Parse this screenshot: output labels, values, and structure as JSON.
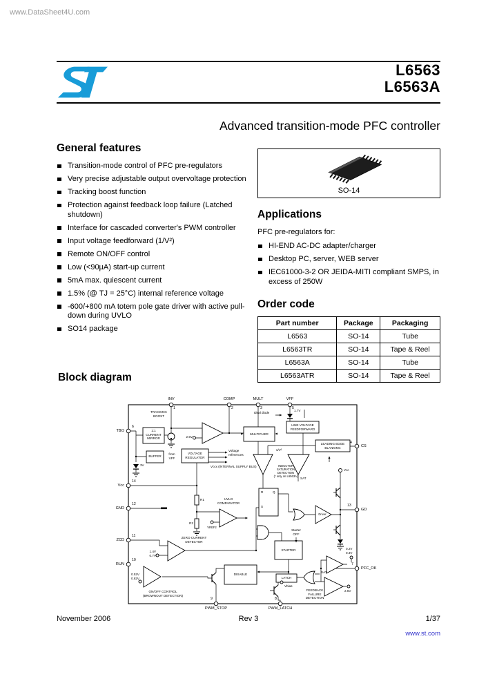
{
  "watermark": "www.DataSheet4U.com",
  "header": {
    "part1": "L6563",
    "part2": "L6563A",
    "subtitle": "Advanced transition-mode PFC controller"
  },
  "features": {
    "title": "General features",
    "items": [
      "Transition-mode control of PFC pre-regulators",
      "Very precise adjustable output overvoltage protection",
      "Tracking boost function",
      "Protection against feedback loop failure (Latched shutdown)",
      "Interface for cascaded converter's PWM controller",
      "Input voltage feedforward (1/V²)",
      "Remote ON/OFF control",
      "Low (<90µA) start-up current",
      "5mA max. quiescent current",
      "1.5% (@ TJ = 25°C) internal reference voltage",
      "-600/+800 mA totem pole gate driver with active pull-down during UVLO",
      "SO14 package"
    ]
  },
  "package_box": {
    "label": "SO-14"
  },
  "applications": {
    "title": "Applications",
    "intro": "PFC pre-regulators for:",
    "items": [
      "HI-END AC-DC adapter/charger",
      "Desktop PC, server, WEB server",
      "IEC61000-3-2 OR JEIDA-MITI compliant SMPS, in excess of 250W"
    ]
  },
  "order_code": {
    "title": "Order code",
    "columns": [
      "Part number",
      "Package",
      "Packaging"
    ],
    "rows": [
      {
        "part": "L6563",
        "package": "SO-14",
        "packaging": "Tube"
      },
      {
        "part": "L6563TR",
        "package": "SO-14",
        "packaging": "Tape & Reel"
      },
      {
        "part": "L6563A",
        "package": "SO-14",
        "packaging": "Tube"
      },
      {
        "part": "L6563ATR",
        "package": "SO-14",
        "packaging": "Tape & Reel"
      }
    ]
  },
  "block_diagram": {
    "title": "Block diagram",
    "pins": {
      "inv": {
        "name": "INV",
        "num": "1"
      },
      "comp": {
        "name": "COMP",
        "num": "2"
      },
      "mult": {
        "name": "MULT",
        "num": "3"
      },
      "cs": {
        "name": "CS",
        "num": "4"
      },
      "vff": {
        "name": "VFF",
        "num": "5"
      },
      "tbo": {
        "name": "TBO",
        "num": "6"
      },
      "pfc_ok": {
        "name": "PFC_OK",
        "num": "7"
      },
      "pwm_latch": {
        "name": "PWM_LATCH",
        "num": "8"
      },
      "pwm_stop": {
        "name": "PWM_STOP",
        "num": "9"
      },
      "run": {
        "name": "RUN",
        "num": "10"
      },
      "zcd": {
        "name": "ZCD",
        "num": "11"
      },
      "gnd": {
        "name": "GND",
        "num": "12"
      },
      "gd": {
        "name": "GD",
        "num": "13"
      },
      "vcc": {
        "name": "Vcc",
        "num": "14"
      }
    },
    "labels": {
      "tracking_boost": "TRACKING\nBOOST",
      "current_mirror": "1:1\nCURRENT\nMIRROR",
      "buffer": "BUFFER",
      "from_vff": "from\nVFF",
      "v3": "3V",
      "v25_ea": "2.5V",
      "voltage_regulator": "VOLTAGE\nREGULATOR",
      "voltage_references": "Voltage\nreferences",
      "internal_bus": "Vccx (INTERNAL SUPPLY BUS)",
      "multiplier": "MULTIPLIER",
      "ideal_diode": "Ideal diode",
      "v17": "1.7V",
      "line_ff": "LINE VOLTAGE\nFEEDFORWARD",
      "leb": "LEADING EDGE\nBLANKING",
      "inv_sq": "1/V²",
      "sat_detect": "INDUCTOR\nSATURATION\nDETECTION\n(* only on L6563A)",
      "sat_a": "SAT",
      "sat_b": "SAT",
      "ff_r": "R",
      "ff_s": "S",
      "ff_q": "Q",
      "driver": "Driver",
      "vcc_int": "Vcc",
      "uvlo": "UVLO\nCOMPARATOR",
      "r1": "R1",
      "r2": "R2",
      "vref2": "VREF2",
      "zcd_det": "ZERO CURRENT\nDETECTOR",
      "zcd_th": "1.4V\n0.7V",
      "onoff_th": "0.52V\n0.82V",
      "onoff": "ON/OFF CONTROL\n(BROWNOUT DETECTION)",
      "disable": "DISABLE",
      "starter": "STARTER",
      "starter_off": "Starter\nOFF",
      "latch": "LATCH",
      "ffd": "FEEDBACK\nFAILURE\nDETECTION",
      "ffd_th": "0.2V\n0.3V",
      "v25_ffd": "2.5V",
      "vbias": "Vbias"
    }
  },
  "footer": {
    "date": "November 2006",
    "rev": "Rev 3",
    "page": "1/37",
    "site": "www.st.com"
  }
}
